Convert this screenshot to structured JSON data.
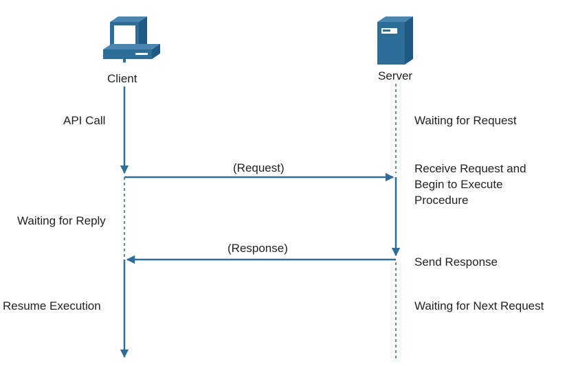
{
  "diagram": {
    "accent_color": "#2f6d99",
    "client": {
      "title": "Client",
      "icon": "desktop-computer-icon",
      "notes": {
        "api_call": "API Call",
        "waiting": "Waiting for Reply",
        "resume": "Resume Execution"
      }
    },
    "server": {
      "title": "Server",
      "icon": "server-tower-icon",
      "notes": {
        "waiting_request": "Waiting for Request",
        "receive": "Receive Request and\nBegin to Execute\nProcedure",
        "send": "Send Response",
        "waiting_next": "Waiting for Next Request"
      }
    },
    "messages": {
      "request": "(Request)",
      "response": "(Response)"
    }
  }
}
